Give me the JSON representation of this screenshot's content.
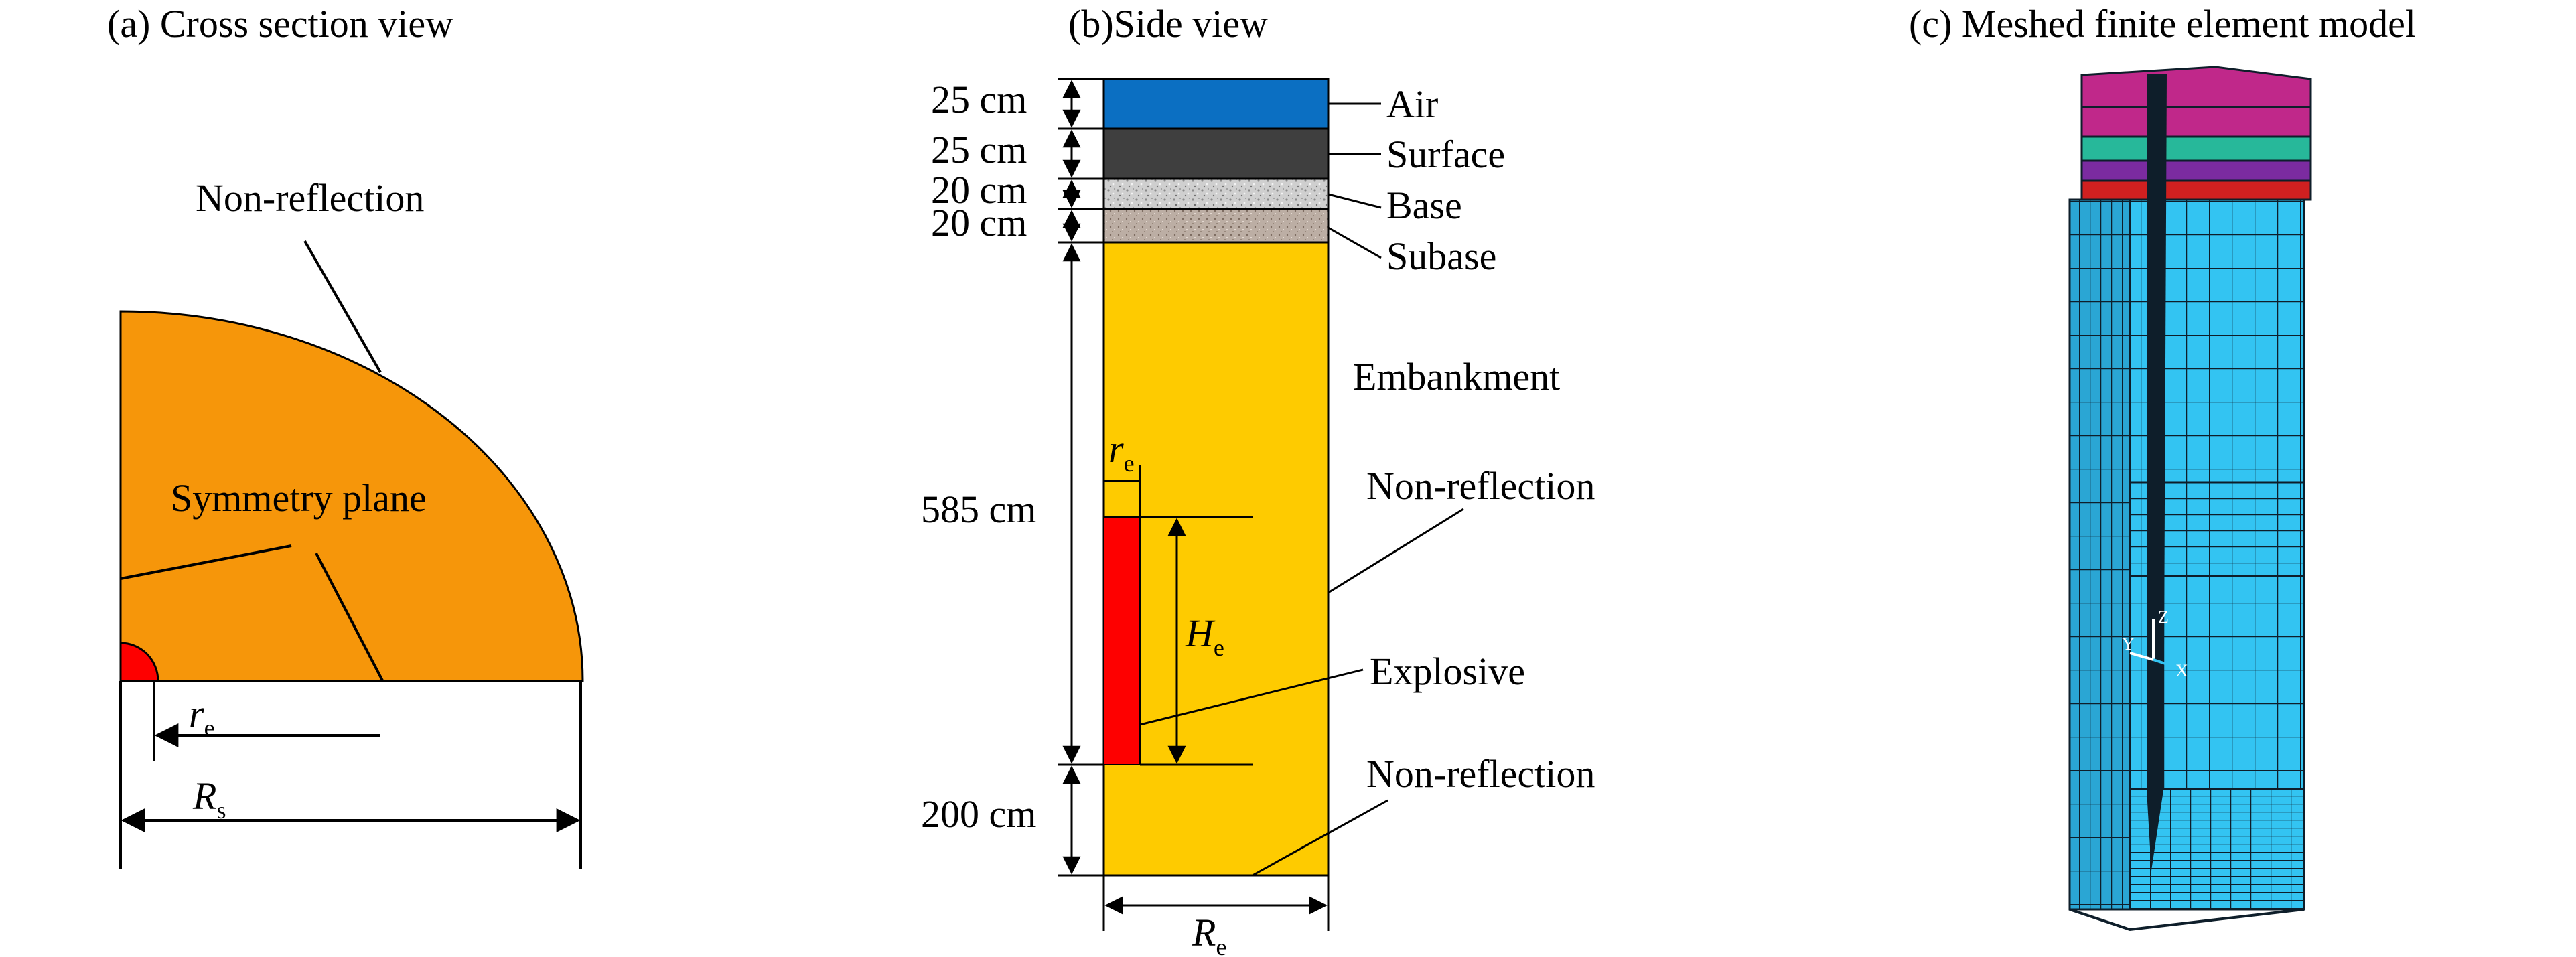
{
  "panels": {
    "a": {
      "title": "(a) Cross section view",
      "non_reflection": "Non-reflection",
      "symmetry_plane": "Symmetry plane",
      "re_symbol": "r",
      "re_sub": "e",
      "rs_symbol": "R",
      "rs_sub": "s"
    },
    "b": {
      "title": "(b)Side view",
      "layers": [
        {
          "name": "Air",
          "thickness": "25 cm",
          "color": "#0b6fc2"
        },
        {
          "name": "Surface",
          "thickness": "25 cm",
          "color": "#3f3f3f"
        },
        {
          "name": "Base",
          "thickness": "20 cm",
          "color": "#c8c8c8"
        },
        {
          "name": "Subase",
          "thickness": "20 cm",
          "color": "#b8aaa0"
        }
      ],
      "embankment": "Embankment",
      "thickness_upper": "585 cm",
      "thickness_lower": "200 cm",
      "non_reflection_side": "Non-reflection",
      "non_reflection_bottom": "Non-reflection",
      "explosive": "Explosive",
      "re_symbol": "r",
      "re_sub": "e",
      "he_symbol": "H",
      "he_sub": "e",
      "Re_symbol": "R",
      "Re_sub": "e"
    },
    "c": {
      "title": "(c) Meshed finite element model",
      "axis_z": "Z",
      "axis_y": "Y",
      "axis_x": "X"
    }
  },
  "colors": {
    "orange": "#f6960a",
    "embankment": "#fecb00",
    "explosive": "#fe0000",
    "mesh_blue": "#33c4f2",
    "mesh_magenta": "#c0288a",
    "mesh_teal": "#27b89a",
    "mesh_purple": "#7b2ba0",
    "mesh_red": "#d02020",
    "mesh_dark": "#0e1e2a"
  }
}
